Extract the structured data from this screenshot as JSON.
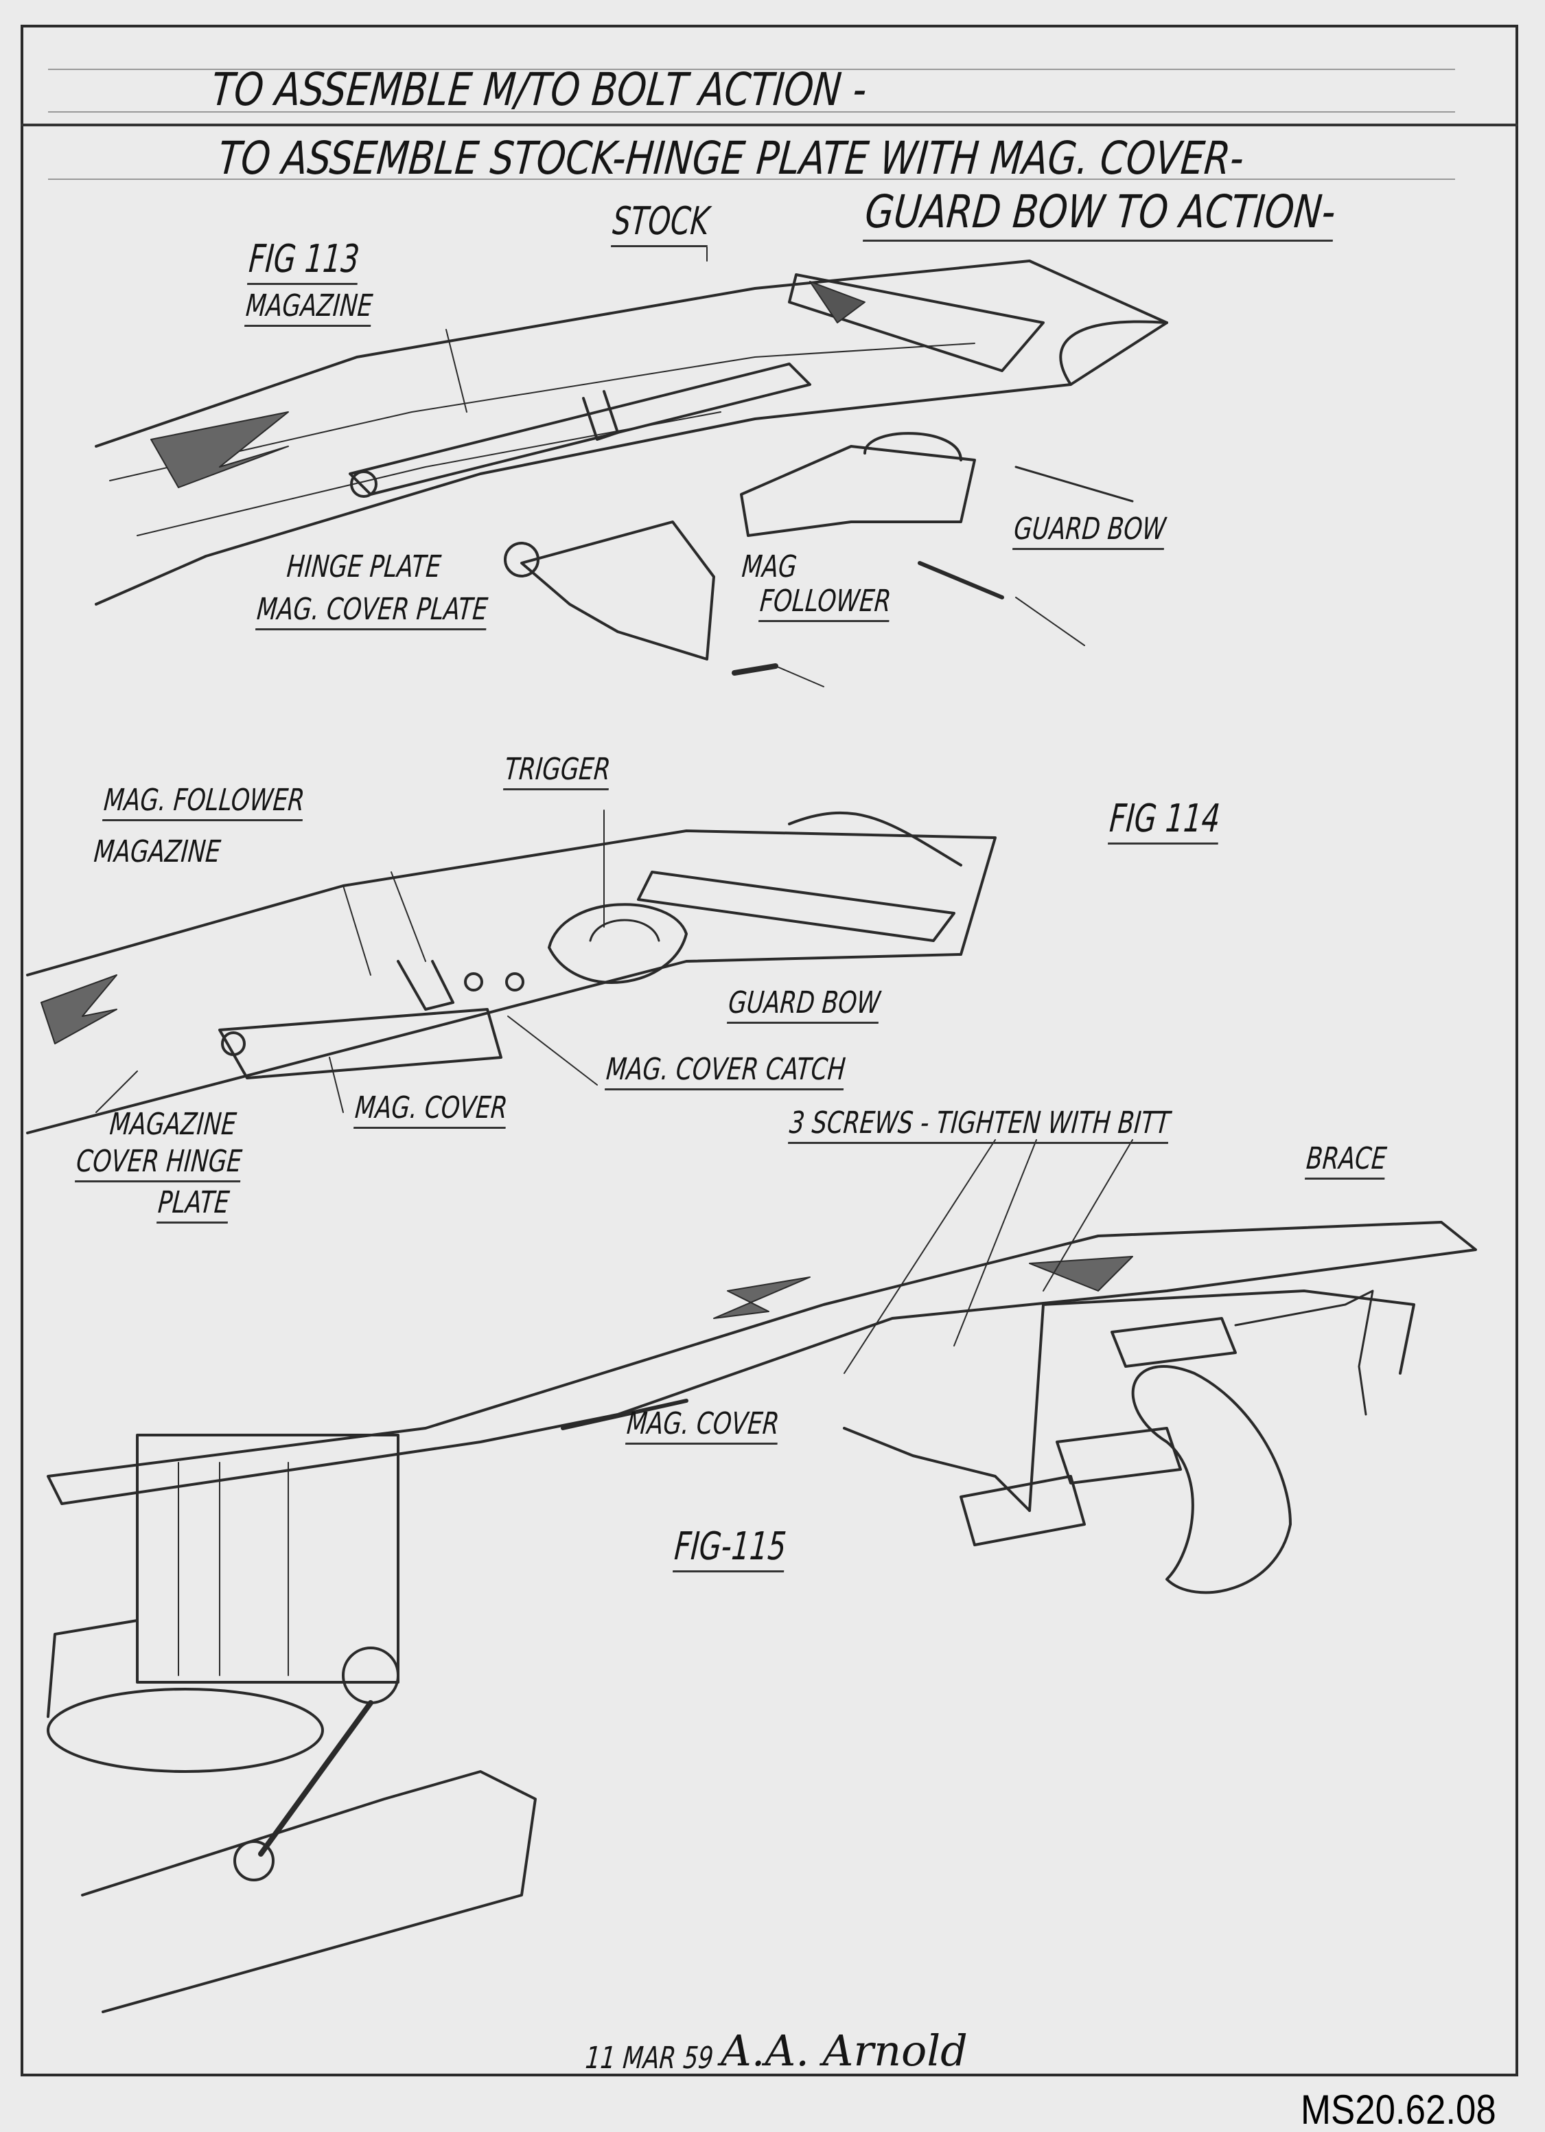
{
  "title": {
    "line1": "TO ASSEMBLE M/TO BOLT ACTION -",
    "line2": "TO ASSEMBLE STOCK-HINGE PLATE WITH MAG. COVER-",
    "line3": "GUARD BOW TO ACTION-"
  },
  "fig113": {
    "title": "FIG 113",
    "labels": {
      "stock": "STOCK",
      "magazine": "MAGAZINE",
      "hinge_plate": "HINGE PLATE",
      "mag_cover_plate": "MAG. COVER PLATE",
      "mag": "MAG",
      "follower": "FOLLOWER",
      "guard_bow": "GUARD BOW"
    }
  },
  "fig114": {
    "title": "FIG 114",
    "labels": {
      "trigger": "TRIGGER",
      "mag_follower": "MAG. FOLLOWER",
      "magazine": "MAGAZINE",
      "guard_bow": "GUARD BOW",
      "mag_cover_catch": "MAG. COVER CATCH",
      "mag_cover": "MAG. COVER",
      "hinge_plate_1": "MAGAZINE",
      "hinge_plate_2": "COVER HINGE",
      "hinge_plate_3": "PLATE"
    }
  },
  "fig115": {
    "title": "FIG-115",
    "labels": {
      "screws": "3 SCREWS - TIGHTEN WITH BITT",
      "brace": "BRACE",
      "mag_cover": "MAG. COVER"
    }
  },
  "footer": {
    "date": "11 MAR 59",
    "signature": "A.A. Arnold",
    "catalog_id": "MS20.62.08"
  }
}
